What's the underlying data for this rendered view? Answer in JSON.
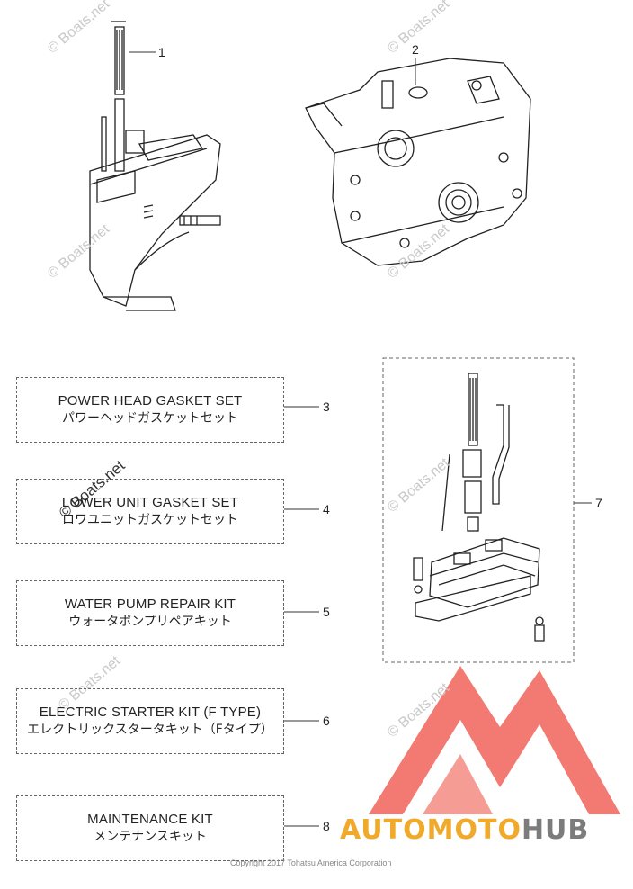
{
  "callouts": [
    "1",
    "2",
    "3",
    "4",
    "5",
    "6",
    "7",
    "8"
  ],
  "kits": [
    {
      "en": "POWER HEAD GASKET SET",
      "ja": "パワーヘッドガスケットセット"
    },
    {
      "en": "LOWER UNIT GASKET SET",
      "ja": "ロワユニットガスケットセット"
    },
    {
      "en": "WATER PUMP REPAIR KIT",
      "ja": "ウォータポンプリペアキット"
    },
    {
      "en": "ELECTRIC STARTER KIT (F TYPE)",
      "ja": "エレクトリックスタータキット（Fタイプ）"
    },
    {
      "en": "MAINTENANCE KIT",
      "ja": "メンテナンスキット"
    }
  ],
  "watermark": "© Boats.net",
  "brand": {
    "part1": "AUTOMOTO",
    "part2": "HUB",
    "color1": "#f0a92a",
    "color2": "#7c7c7c",
    "logo_color": "#e9473d"
  },
  "copyright": "Copyright 2017 Tohatsu America Corporation"
}
